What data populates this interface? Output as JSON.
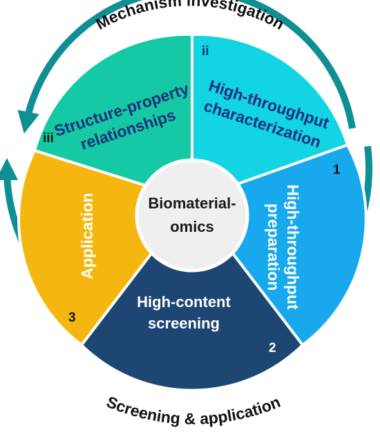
{
  "diagram": {
    "top_arc_label": "Mechanism investigation",
    "bottom_arc_label": "Screening & application",
    "center": {
      "line1": "Biomaterial-",
      "line2": "omics"
    },
    "segments": [
      {
        "id": "ii",
        "marker": "ii",
        "line1": "High-throughput",
        "line2": "characterization",
        "color": "#12d4e3"
      },
      {
        "id": "1",
        "marker": "1",
        "line1": "High-throughput",
        "line2": "preparation",
        "color": "#17a8ee"
      },
      {
        "id": "2",
        "marker": "2",
        "line1": "High-content",
        "line2": "screening",
        "color": "#1d4672"
      },
      {
        "id": "3",
        "marker": "3",
        "line1": "Application",
        "line2": "",
        "color": "#f5b70f"
      },
      {
        "id": "iii",
        "marker": "iii",
        "line1": "Structure-property",
        "line2": "relationships",
        "color": "#14c9a3"
      }
    ],
    "arrow_color": "#0e8f93",
    "center_fill": "#efefef"
  }
}
